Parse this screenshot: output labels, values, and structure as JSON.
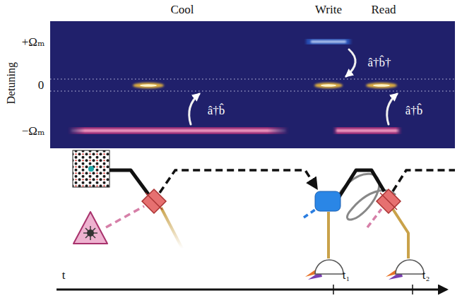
{
  "diagram": {
    "labels": [
      "Cool",
      "Write",
      "Read",
      "Detuning",
      "+Ωₘ",
      "0",
      "−Ωₘ",
      "â†b̂",
      "â†b̂†",
      "â†b̂",
      "t",
      "t₁",
      "t₂"
    ]
  }
}
